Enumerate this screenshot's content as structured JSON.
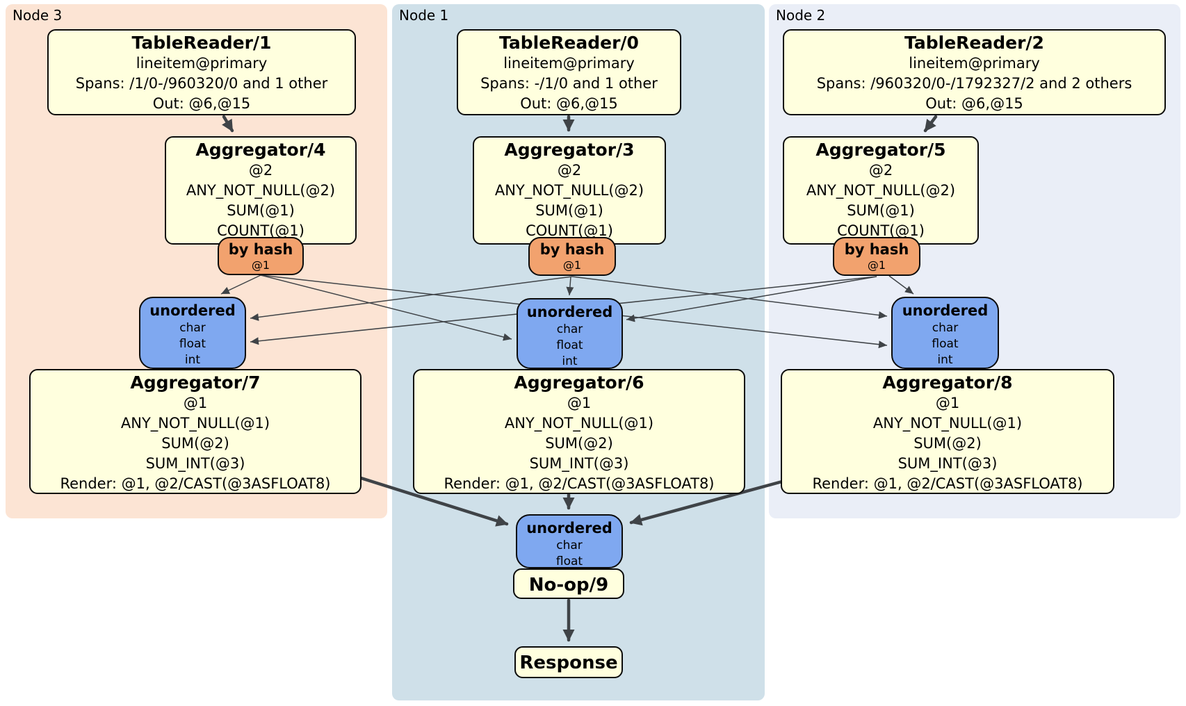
{
  "diagram_kind": "distsql-physical-plan",
  "colors": {
    "node3_bg": "#fce4d4",
    "node1_bg": "#cfe0e9",
    "node2_bg": "#eaeef7",
    "processor_box": "#ffffde",
    "router_box": "#f2a26e",
    "sync_box": "#7fa8f0",
    "edge": "#3f4347",
    "border": "#0b0b0b"
  },
  "groups": {
    "node3": {
      "label": "Node 3",
      "table_reader": {
        "title": "TableReader/1",
        "lines": [
          "lineitem@primary",
          "Spans: /1/0-/960320/0 and 1 other",
          "Out: @6,@15"
        ]
      },
      "aggregator_top": {
        "title": "Aggregator/4",
        "lines": [
          "@2",
          "ANY_NOT_NULL(@2)",
          "SUM(@1)",
          "COUNT(@1)"
        ]
      },
      "router": {
        "title": "by hash",
        "detail": "@1"
      },
      "sync": {
        "title": "unordered",
        "lines": [
          "char",
          "float",
          "int"
        ]
      },
      "aggregator_final": {
        "title": "Aggregator/7",
        "lines": [
          "@1",
          "ANY_NOT_NULL(@1)",
          "SUM(@2)",
          "SUM_INT(@3)",
          "Render: @1, @2/CAST(@3ASFLOAT8)"
        ]
      }
    },
    "node1": {
      "label": "Node 1",
      "table_reader": {
        "title": "TableReader/0",
        "lines": [
          "lineitem@primary",
          "Spans: -/1/0 and 1 other",
          "Out: @6,@15"
        ]
      },
      "aggregator_top": {
        "title": "Aggregator/3",
        "lines": [
          "@2",
          "ANY_NOT_NULL(@2)",
          "SUM(@1)",
          "COUNT(@1)"
        ]
      },
      "router": {
        "title": "by hash",
        "detail": "@1"
      },
      "sync": {
        "title": "unordered",
        "lines": [
          "char",
          "float",
          "int"
        ]
      },
      "aggregator_final": {
        "title": "Aggregator/6",
        "lines": [
          "@1",
          "ANY_NOT_NULL(@1)",
          "SUM(@2)",
          "SUM_INT(@3)",
          "Render: @1, @2/CAST(@3ASFLOAT8)"
        ]
      },
      "final_sync": {
        "title": "unordered",
        "lines": [
          "char",
          "float"
        ]
      },
      "noop": {
        "title": "No-op/9"
      },
      "response": {
        "title": "Response"
      }
    },
    "node2": {
      "label": "Node 2",
      "table_reader": {
        "title": "TableReader/2",
        "lines": [
          "lineitem@primary",
          "Spans: /960320/0-/1792327/2 and 2 others",
          "Out: @6,@15"
        ]
      },
      "aggregator_top": {
        "title": "Aggregator/5",
        "lines": [
          "@2",
          "ANY_NOT_NULL(@2)",
          "SUM(@1)",
          "COUNT(@1)"
        ]
      },
      "router": {
        "title": "by hash",
        "detail": "@1"
      },
      "sync": {
        "title": "unordered",
        "lines": [
          "char",
          "float",
          "int"
        ]
      },
      "aggregator_final": {
        "title": "Aggregator/8",
        "lines": [
          "@1",
          "ANY_NOT_NULL(@1)",
          "SUM(@2)",
          "SUM_INT(@3)",
          "Render: @1, @2/CAST(@3ASFLOAT8)"
        ]
      }
    }
  }
}
